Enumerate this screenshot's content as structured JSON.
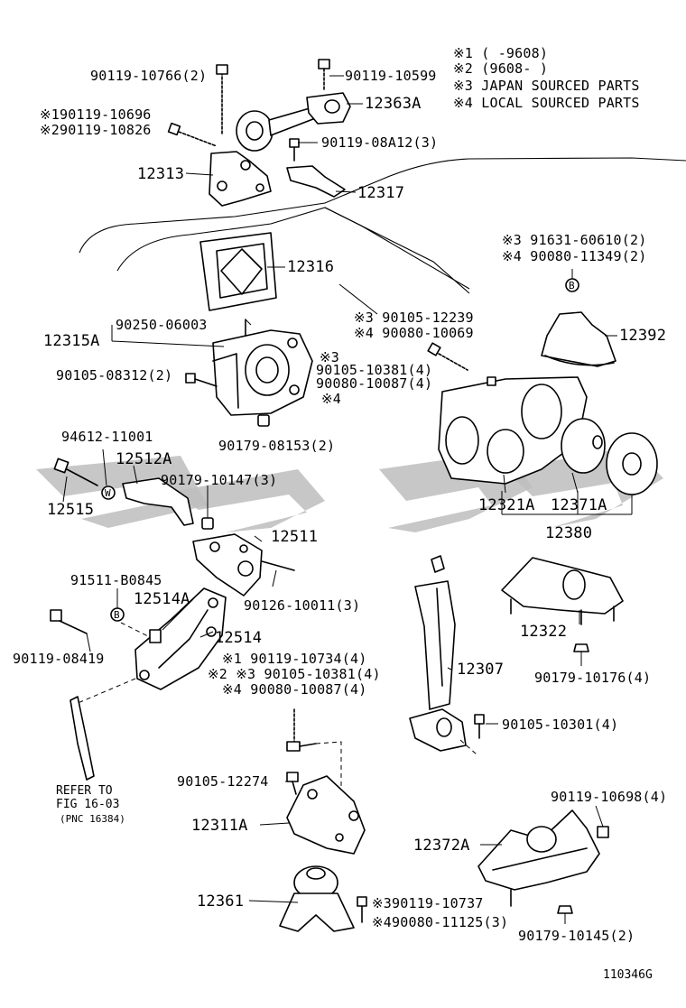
{
  "legend": {
    "n1": "※1 (      -9608)",
    "n2": "※2 (9608-      )",
    "n3": "※3 JAPAN SOURCED PARTS",
    "n4": "※4 LOCAL SOURCED PARTS"
  },
  "labels": {
    "p9011910766": "90119-10766(2)",
    "p9011910599": "90119-10599",
    "p12363A": "12363A",
    "p9011910696": "※190119-10696",
    "p9011910826": "※290119-10826",
    "p9011908A12": "90119-08A12(3)",
    "p12313": "12313",
    "p12317": "12317",
    "p9163160610": "※3 91631-60610(2)",
    "p9008011349": "※4 90080-11349(2)",
    "p12316": "12316",
    "p9010512239": "※3  90105-12239",
    "p9008010069": "※4  90080-10069",
    "p9025006003": "90250-06003",
    "p12315A": "12315A",
    "p12392": "12392",
    "p9010508312": "90105-08312(2)",
    "p9010510381a": "※3",
    "p9010510381b": "90105-10381(4)",
    "p9008010087a": "90080-10087(4)",
    "p9008010087b": "※4",
    "p9017908153": "90179-08153(2)",
    "p9461211001": "94612-11001",
    "p12512A": "12512A",
    "p9017910147": "90179-10147(3)",
    "p12515": "12515",
    "p12321A": "12321A",
    "p12371A": "12371A",
    "p12380": "12380",
    "p12511": "12511",
    "p91511B0845": "91511-B0845",
    "p12514A": "12514A",
    "p9012610011": "90126-10011(3)",
    "p12514": "12514",
    "p12322": "12322",
    "p9011908419": "90119-08419",
    "p9011910734": "※1 90119-10734(4)",
    "p9010510381c": "※2 ※3 90105-10381(4)",
    "p9008010087c": "※4 90080-10087(4)",
    "p9017910176": "90179-10176(4)",
    "p12307": "12307",
    "p9010510301": "90105-10301(4)",
    "refer1": "REFER TO",
    "refer2": "FIG 16-03",
    "refer3": "(PNC 16384)",
    "p9010512274": "90105-12274",
    "p9011910698": "90119-10698(4)",
    "p12311A": "12311A",
    "p12372A": "12372A",
    "p12361": "12361",
    "p9011910737": "※390119-10737",
    "p9008011125": "※490080-11125(3)",
    "p9017910145": "90179-10145(2)",
    "figid": "110346G"
  },
  "symbols": {
    "b": "B",
    "w": "W"
  }
}
